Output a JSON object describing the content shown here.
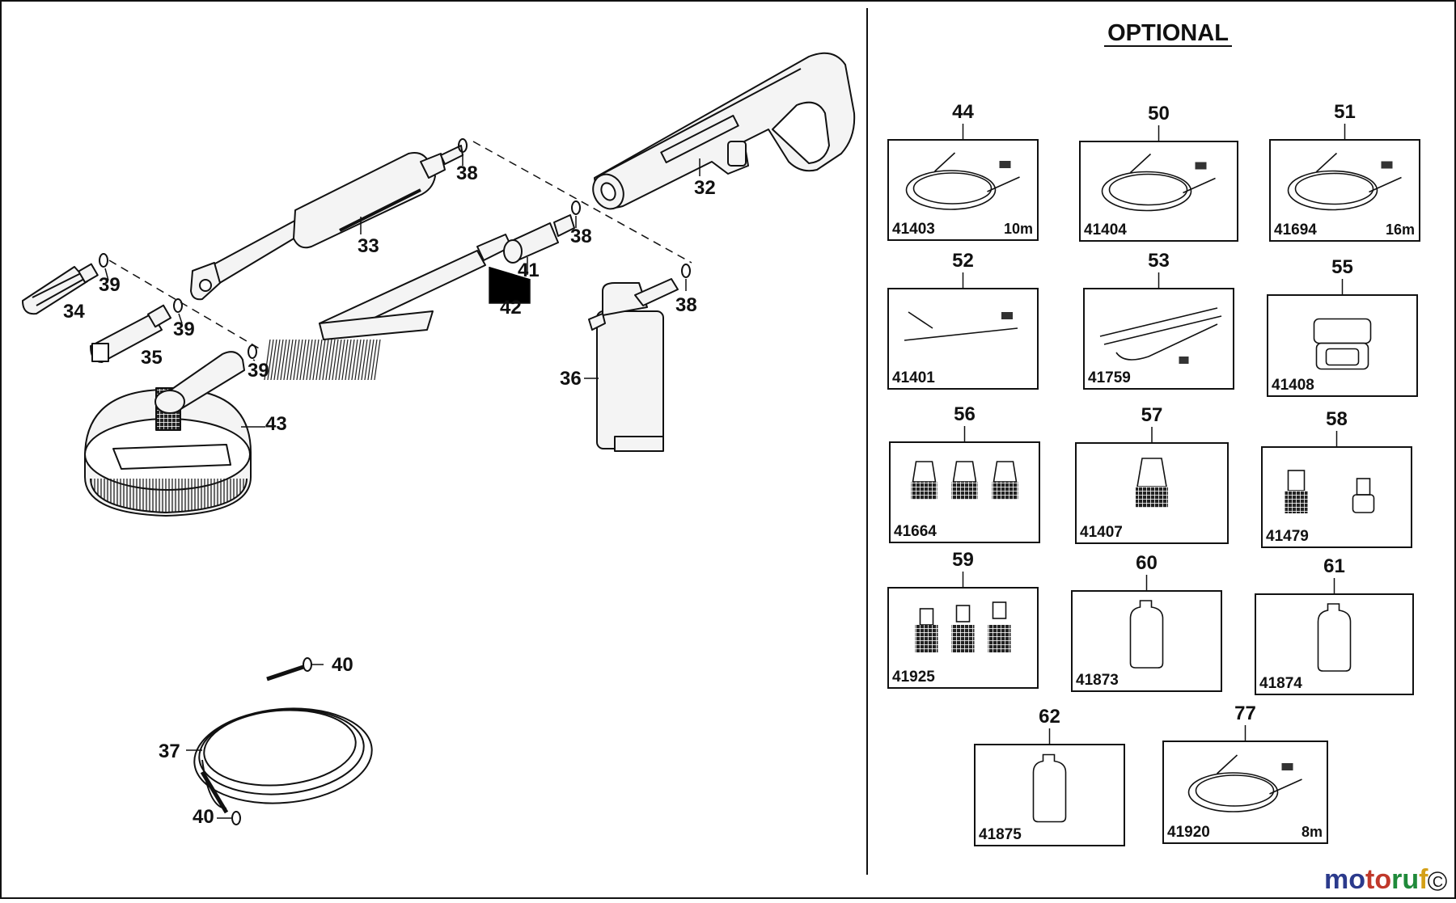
{
  "optional_title": "OPTIONAL",
  "parts": {
    "p32": "32",
    "p33": "33",
    "p34": "34",
    "p35": "35",
    "p36": "36",
    "p37": "37",
    "p38a": "38",
    "p38b": "38",
    "p38c": "38",
    "p39a": "39",
    "p39b": "39",
    "p39c": "39",
    "p40a": "40",
    "p40b": "40",
    "p41": "41",
    "p42": "42",
    "p43": "43"
  },
  "optional_items": [
    {
      "ref": "44",
      "code": "41403",
      "note": "10m"
    },
    {
      "ref": "50",
      "code": "41404",
      "note": ""
    },
    {
      "ref": "51",
      "code": "41694",
      "note": "16m"
    },
    {
      "ref": "52",
      "code": "41401",
      "note": ""
    },
    {
      "ref": "53",
      "code": "41759",
      "note": ""
    },
    {
      "ref": "55",
      "code": "41408",
      "note": ""
    },
    {
      "ref": "56",
      "code": "41664",
      "note": ""
    },
    {
      "ref": "57",
      "code": "41407",
      "note": ""
    },
    {
      "ref": "58",
      "code": "41479",
      "note": ""
    },
    {
      "ref": "59",
      "code": "41925",
      "note": ""
    },
    {
      "ref": "60",
      "code": "41873",
      "note": ""
    },
    {
      "ref": "61",
      "code": "41874",
      "note": ""
    },
    {
      "ref": "62",
      "code": "41875",
      "note": ""
    },
    {
      "ref": "77",
      "code": "41920",
      "note": "8m"
    }
  ],
  "watermark": {
    "logo_text": "motoruf",
    "logo_colors": [
      "#2b3a8c",
      "#c0392b",
      "#1f8a3a",
      "#d4a017"
    ],
    "corner_symbol": "C"
  },
  "colors": {
    "ink": "#111111",
    "background": "#ffffff",
    "fill": "#f4f4f4"
  }
}
